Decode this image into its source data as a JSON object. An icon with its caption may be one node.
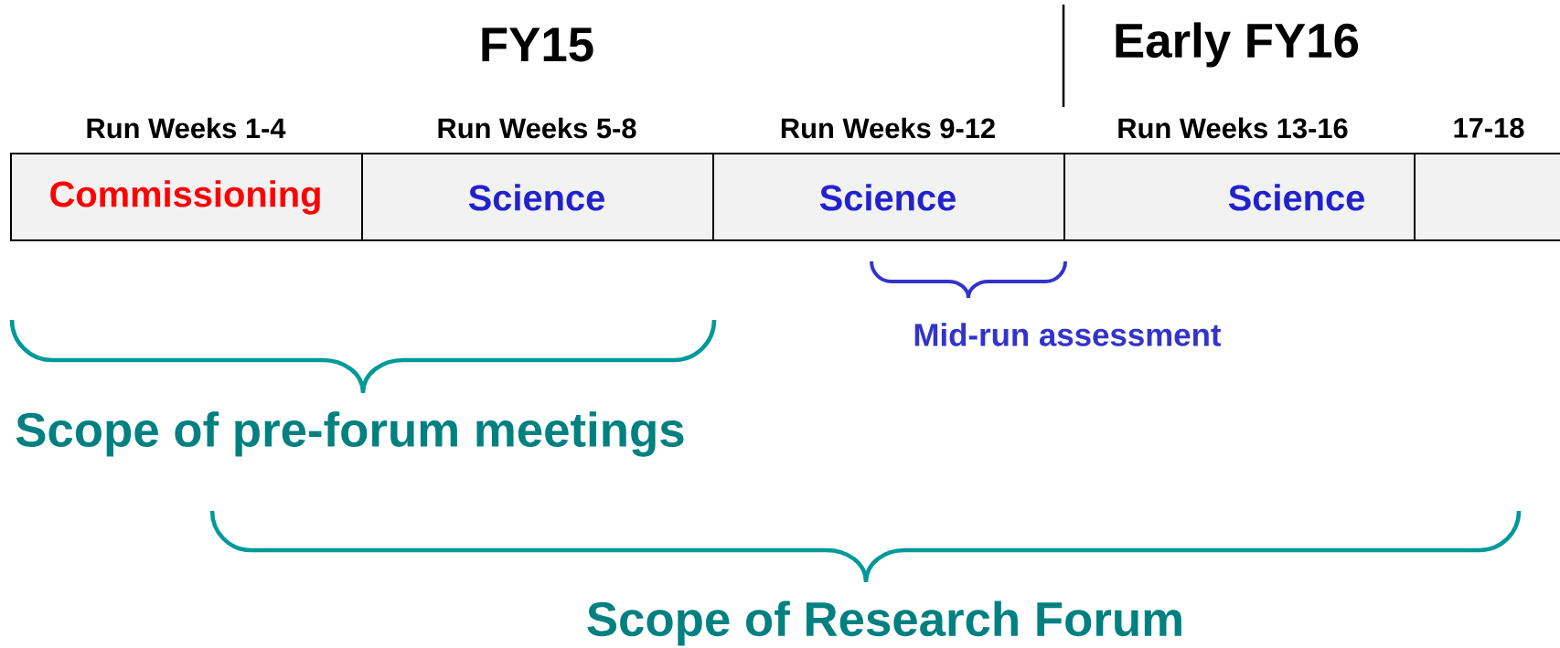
{
  "diagram": {
    "nodes": [
      {
        "text": [
          "Run Weeks 1-4",
          "Commissioning"
        ]
      },
      {
        "text": [
          "Run Weeks 5-8",
          "Science"
        ]
      },
      {
        "text": [
          "Run Weeks 9-12",
          "Science"
        ]
      },
      {
        "text": [
          "Run Weeks 13-16",
          "Science"
        ]
      },
      {
        "text": [
          "17-18"
        ]
      }
    ],
    "labels": [
      "FY15",
      "Early FY16",
      "Mid-run assessment",
      "Scope of pre-forum meetings",
      "Scope of Research Forum"
    ]
  }
}
